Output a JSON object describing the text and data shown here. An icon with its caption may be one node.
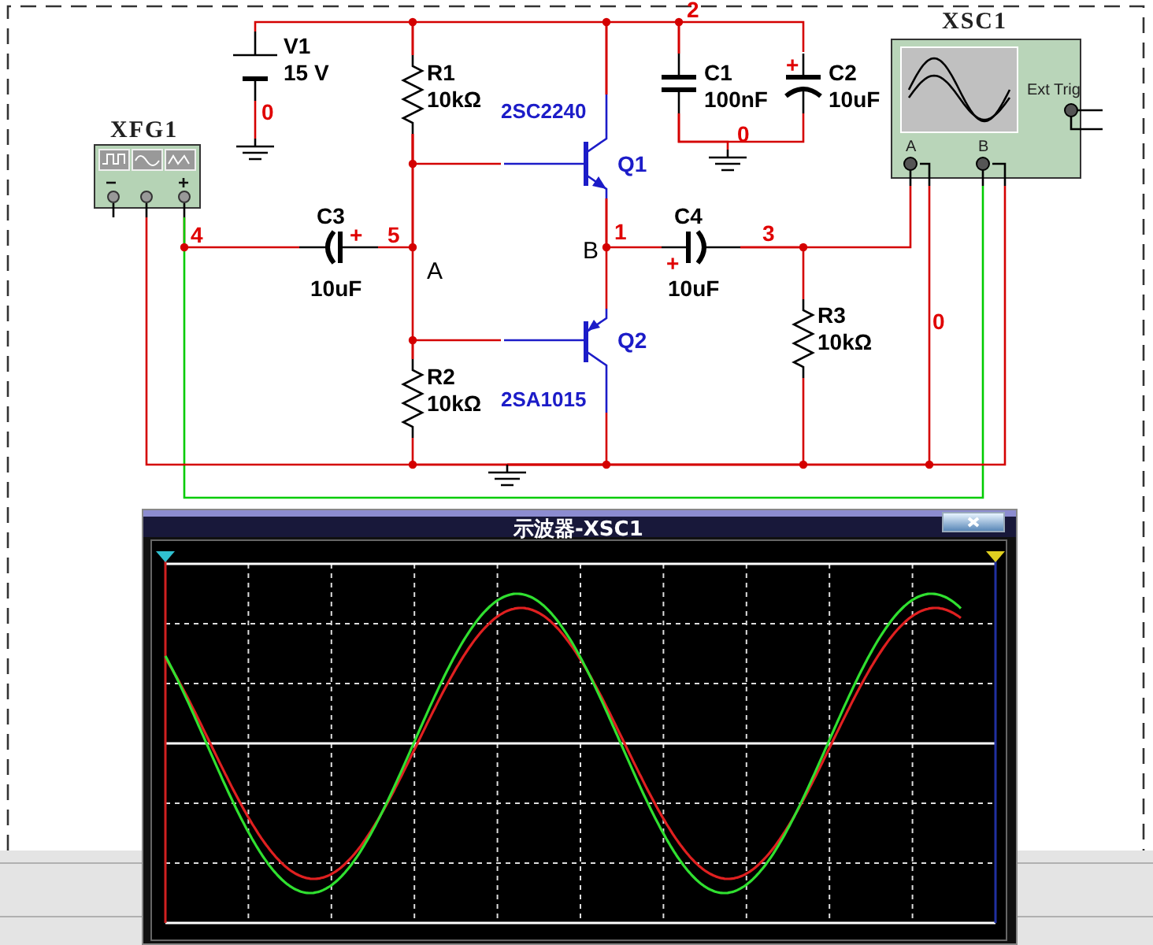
{
  "diagram": {
    "nodes": [
      {
        "text": [
          "V1",
          "15 V"
        ]
      },
      {
        "text": [
          "R1",
          "10kΩ"
        ]
      },
      {
        "text": [
          "C1",
          "100nF"
        ]
      },
      {
        "text": [
          "C2",
          "10uF",
          "+"
        ]
      },
      {
        "text": [
          "XSC1",
          "Ext Trig",
          "A",
          "B"
        ]
      },
      {
        "text": [
          "XFG1",
          "−",
          "+"
        ]
      },
      {
        "text": [
          "2SC2240",
          "Q1"
        ]
      },
      {
        "text": [
          "C3",
          "+",
          "10uF"
        ]
      },
      {
        "text": [
          "C4",
          "+",
          "10uF"
        ]
      },
      {
        "text": [
          "R3",
          "10kΩ"
        ]
      },
      {
        "text": [
          "Q2",
          "2SA1015"
        ]
      },
      {
        "text": [
          "R2",
          "10kΩ"
        ]
      },
      {
        "text": [],
        "shape": "ground"
      },
      {
        "text": [],
        "shape": "ground"
      },
      {
        "text": [],
        "shape": "ground"
      },
      {
        "text": [
          "示波器-XSC1"
        ]
      }
    ],
    "edges": [
      {
        "from": 0,
        "to": 1,
        "arrow": "none"
      },
      {
        "from": 1,
        "to": 6,
        "arrow": "none"
      },
      {
        "from": 6,
        "to": 2,
        "arrow": "none"
      },
      {
        "from": 2,
        "to": 3,
        "arrow": "none"
      },
      {
        "from": 2,
        "to": 3,
        "arrow": "none"
      },
      {
        "from": 2,
        "to": 13,
        "arrow": "none"
      },
      {
        "from": 0,
        "to": 12,
        "arrow": "none"
      },
      {
        "from": 1,
        "to": 6,
        "arrow": "none"
      },
      {
        "from": 1,
        "to": 11,
        "arrow": "none"
      },
      {
        "from": 7,
        "to": 1,
        "arrow": "none"
      },
      {
        "from": 11,
        "to": 10,
        "arrow": "none"
      },
      {
        "from": 6,
        "to": 10,
        "arrow": "none"
      },
      {
        "from": 6,
        "to": 8,
        "arrow": "none"
      },
      {
        "from": 8,
        "to": 9,
        "arrow": "none"
      },
      {
        "from": 8,
        "to": 4,
        "arrow": "none"
      },
      {
        "from": 5,
        "to": 7,
        "arrow": "none"
      },
      {
        "from": 5,
        "to": 4,
        "arrow": "none",
        "color": "#00cc00"
      },
      {
        "from": 5,
        "to": 14,
        "arrow": "none"
      },
      {
        "from": 11,
        "to": 14,
        "arrow": "none"
      },
      {
        "from": 10,
        "to": 14,
        "arrow": "none"
      },
      {
        "from": 9,
        "to": 14,
        "arrow": "none"
      },
      {
        "from": 4,
        "to": 14,
        "arrow": "none"
      },
      {
        "from": 4,
        "to": 14,
        "arrow": "none"
      }
    ],
    "labels": [
      "2",
      "0",
      "0",
      "4",
      "5",
      "1",
      "3",
      "B",
      "A",
      "0"
    ]
  }
}
